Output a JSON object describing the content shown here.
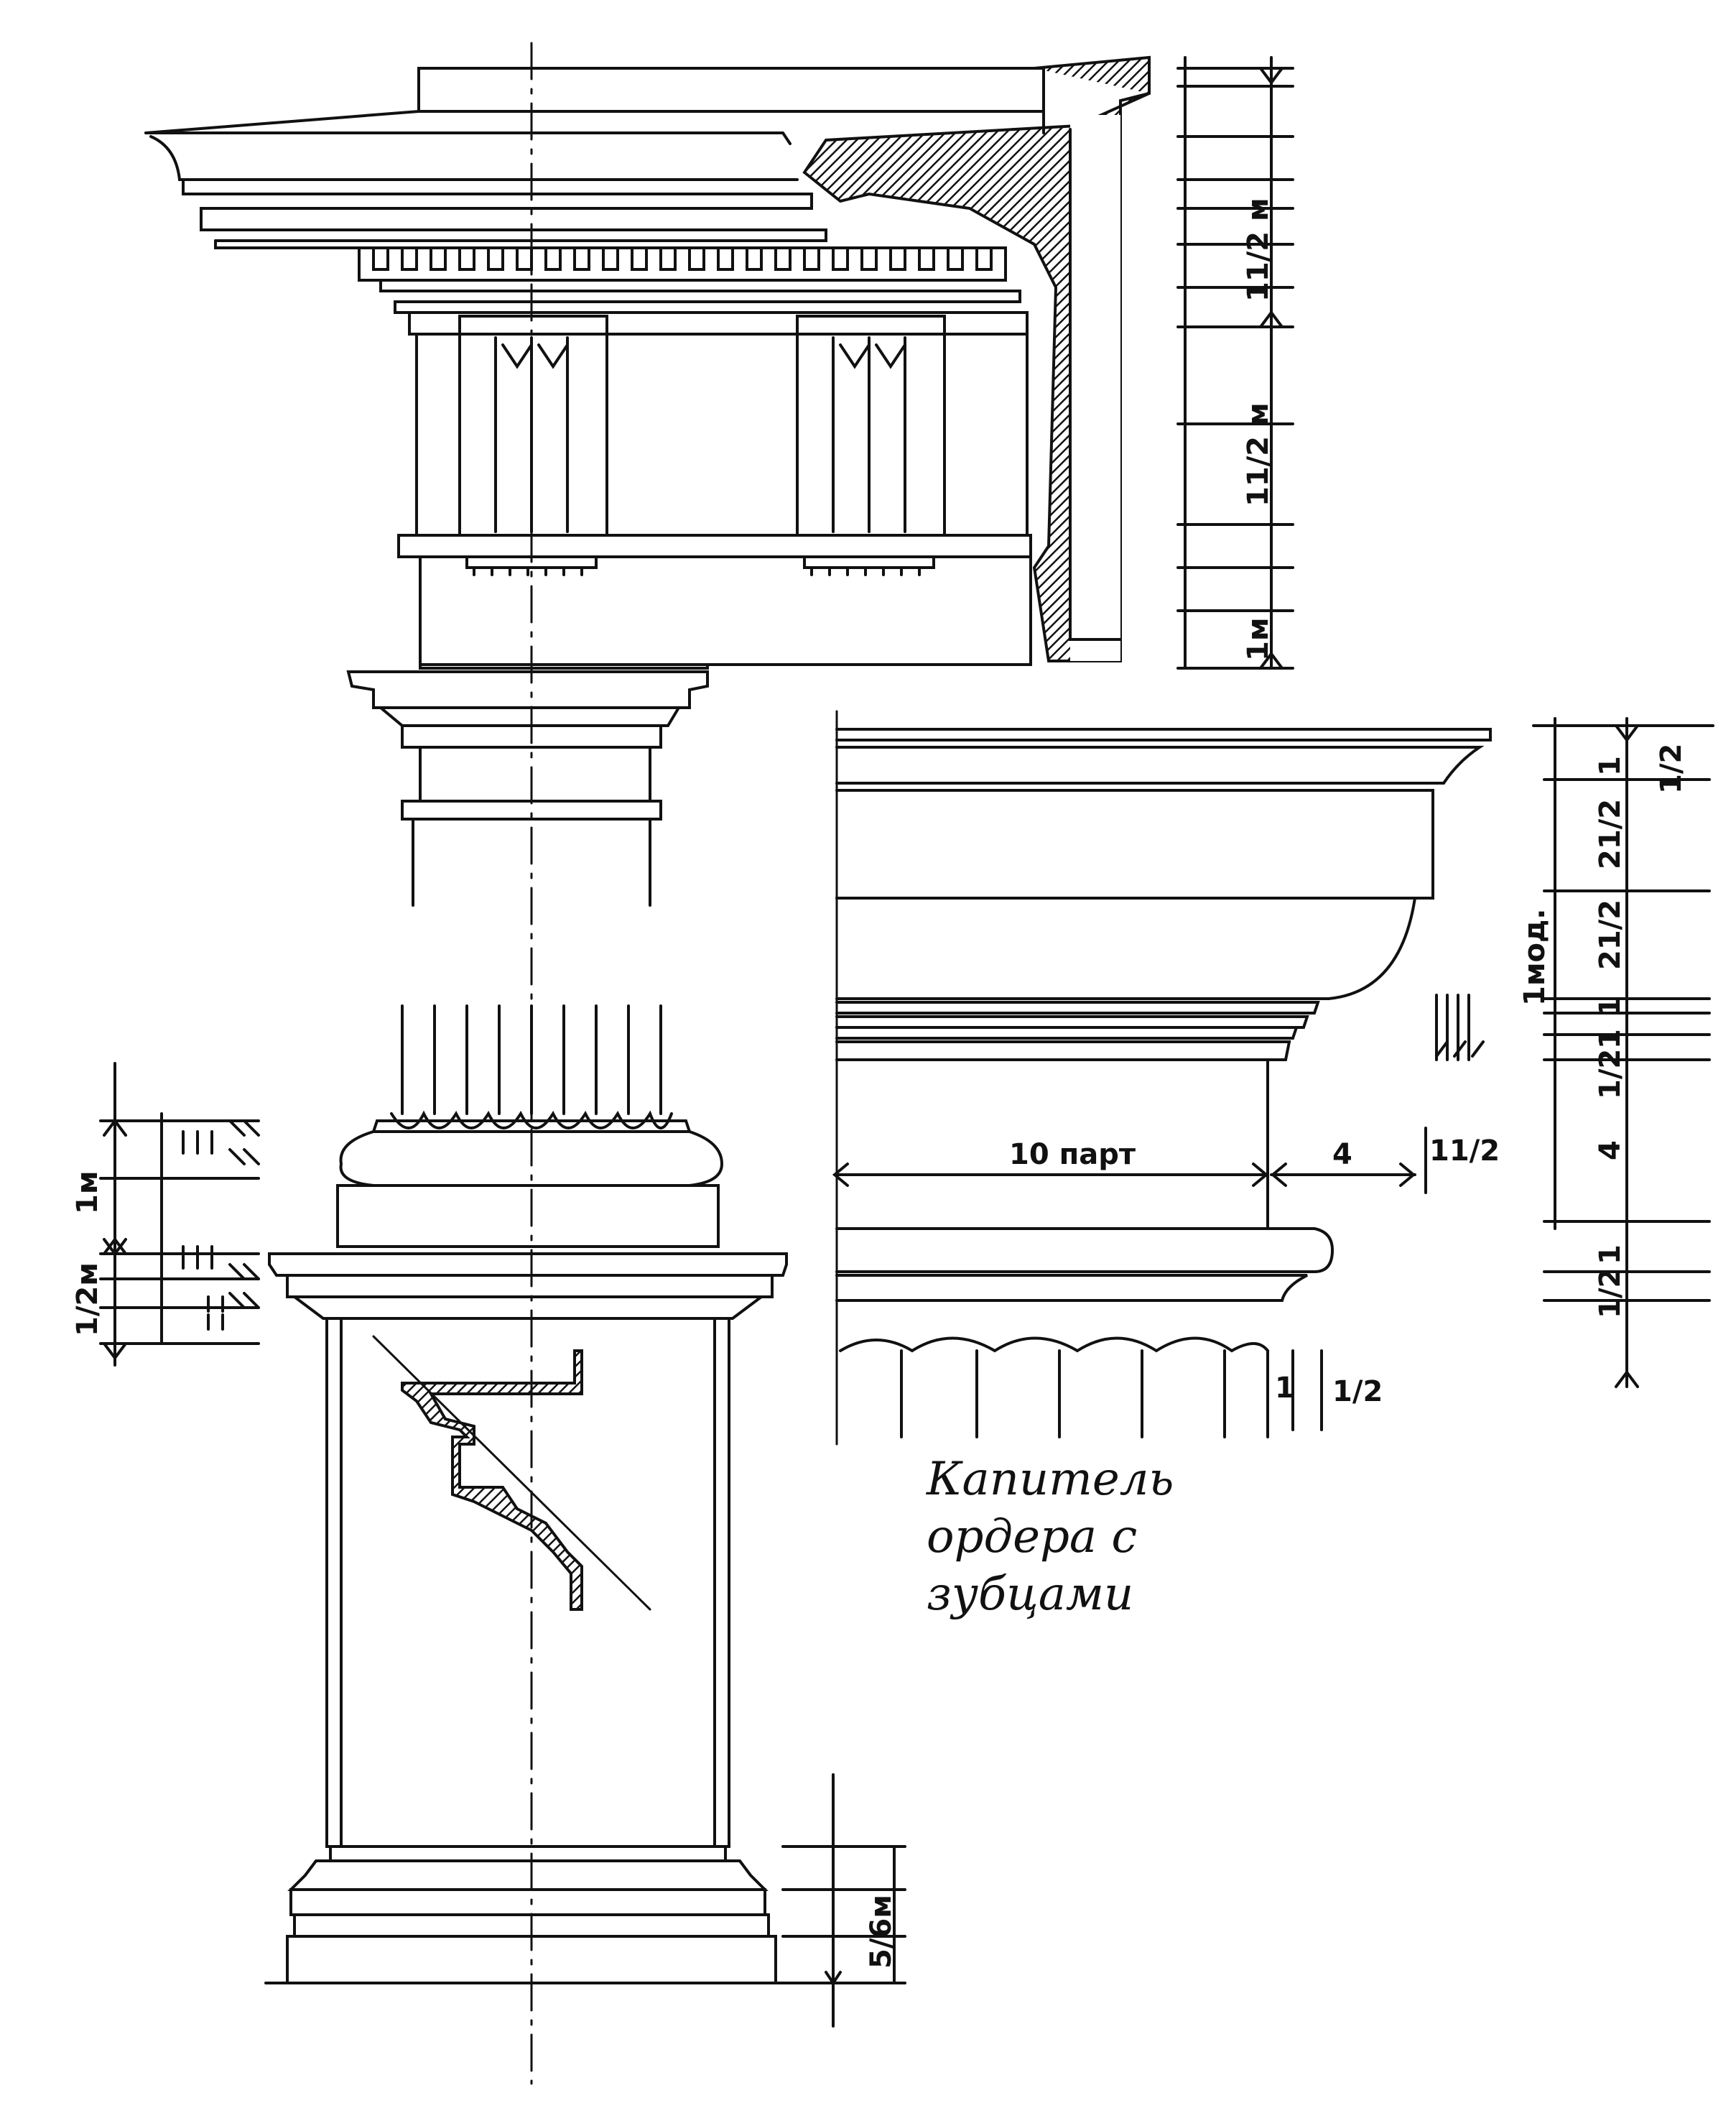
{
  "drawing": {
    "dims_entablature": {
      "cornice": "11/2 м",
      "frieze": "11/2 м",
      "architrave": "1м"
    },
    "dims_pedestal": {
      "top": "1м",
      "bottom": "1/2м"
    },
    "dims_base": {
      "plinth": "5/6м"
    },
    "detail": {
      "width_label": "10 парт",
      "projection_label": "4",
      "projection_right": "11/2",
      "module_label": "1мод.",
      "right_scale": [
        "1",
        "1/2",
        "21/2",
        "21/2",
        "1",
        "1",
        "1/2",
        "4",
        "1",
        "1/2"
      ],
      "bottom_dims": [
        "1",
        "1/2"
      ]
    },
    "caption": [
      "Капитель",
      "ордера с",
      "зубцами"
    ]
  }
}
